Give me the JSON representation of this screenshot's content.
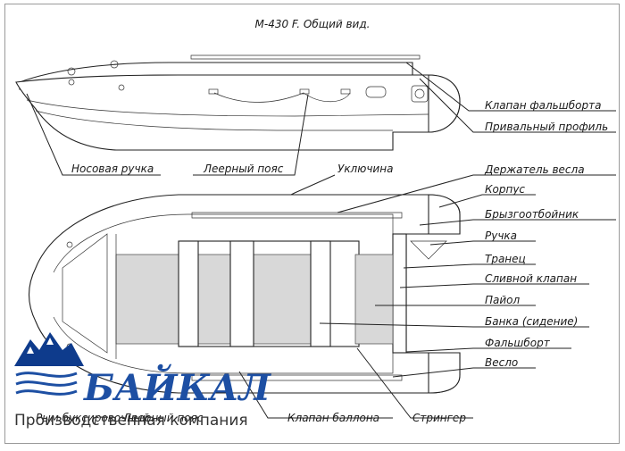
{
  "title": "М-430 F. Общий вид.",
  "side_labels": {
    "valve_gunwale": "Клапан фальшборта",
    "rub_profile": "Привальный профиль",
    "bow_handle": "Носовая ручка",
    "lifeline": "Леерный пояс",
    "oarlock": "Уключина"
  },
  "top_labels": {
    "oar_holder": "Держатель весла",
    "hull": "Корпус",
    "spray_guard": "Брызгоотбойник",
    "handle": "Ручка",
    "transom": "Транец",
    "drain_valve": "Сливной клапан",
    "floor": "Пайол",
    "bench": "Банка (сидение)",
    "gunwale": "Фальшборт",
    "oar": "Весло",
    "tube_valve": "Клапан баллона",
    "stringer": "Стрингер",
    "tow_ring": "Рым буксировочный",
    "lifeline_bottom": "Леерный пояс"
  },
  "logo": {
    "brand": "БАЙКАЛ",
    "subtitle": "Производственная компания",
    "colors": {
      "brand": "#1d4fa3",
      "mountains": "#0e3b8c"
    }
  },
  "line_color": "#222222"
}
